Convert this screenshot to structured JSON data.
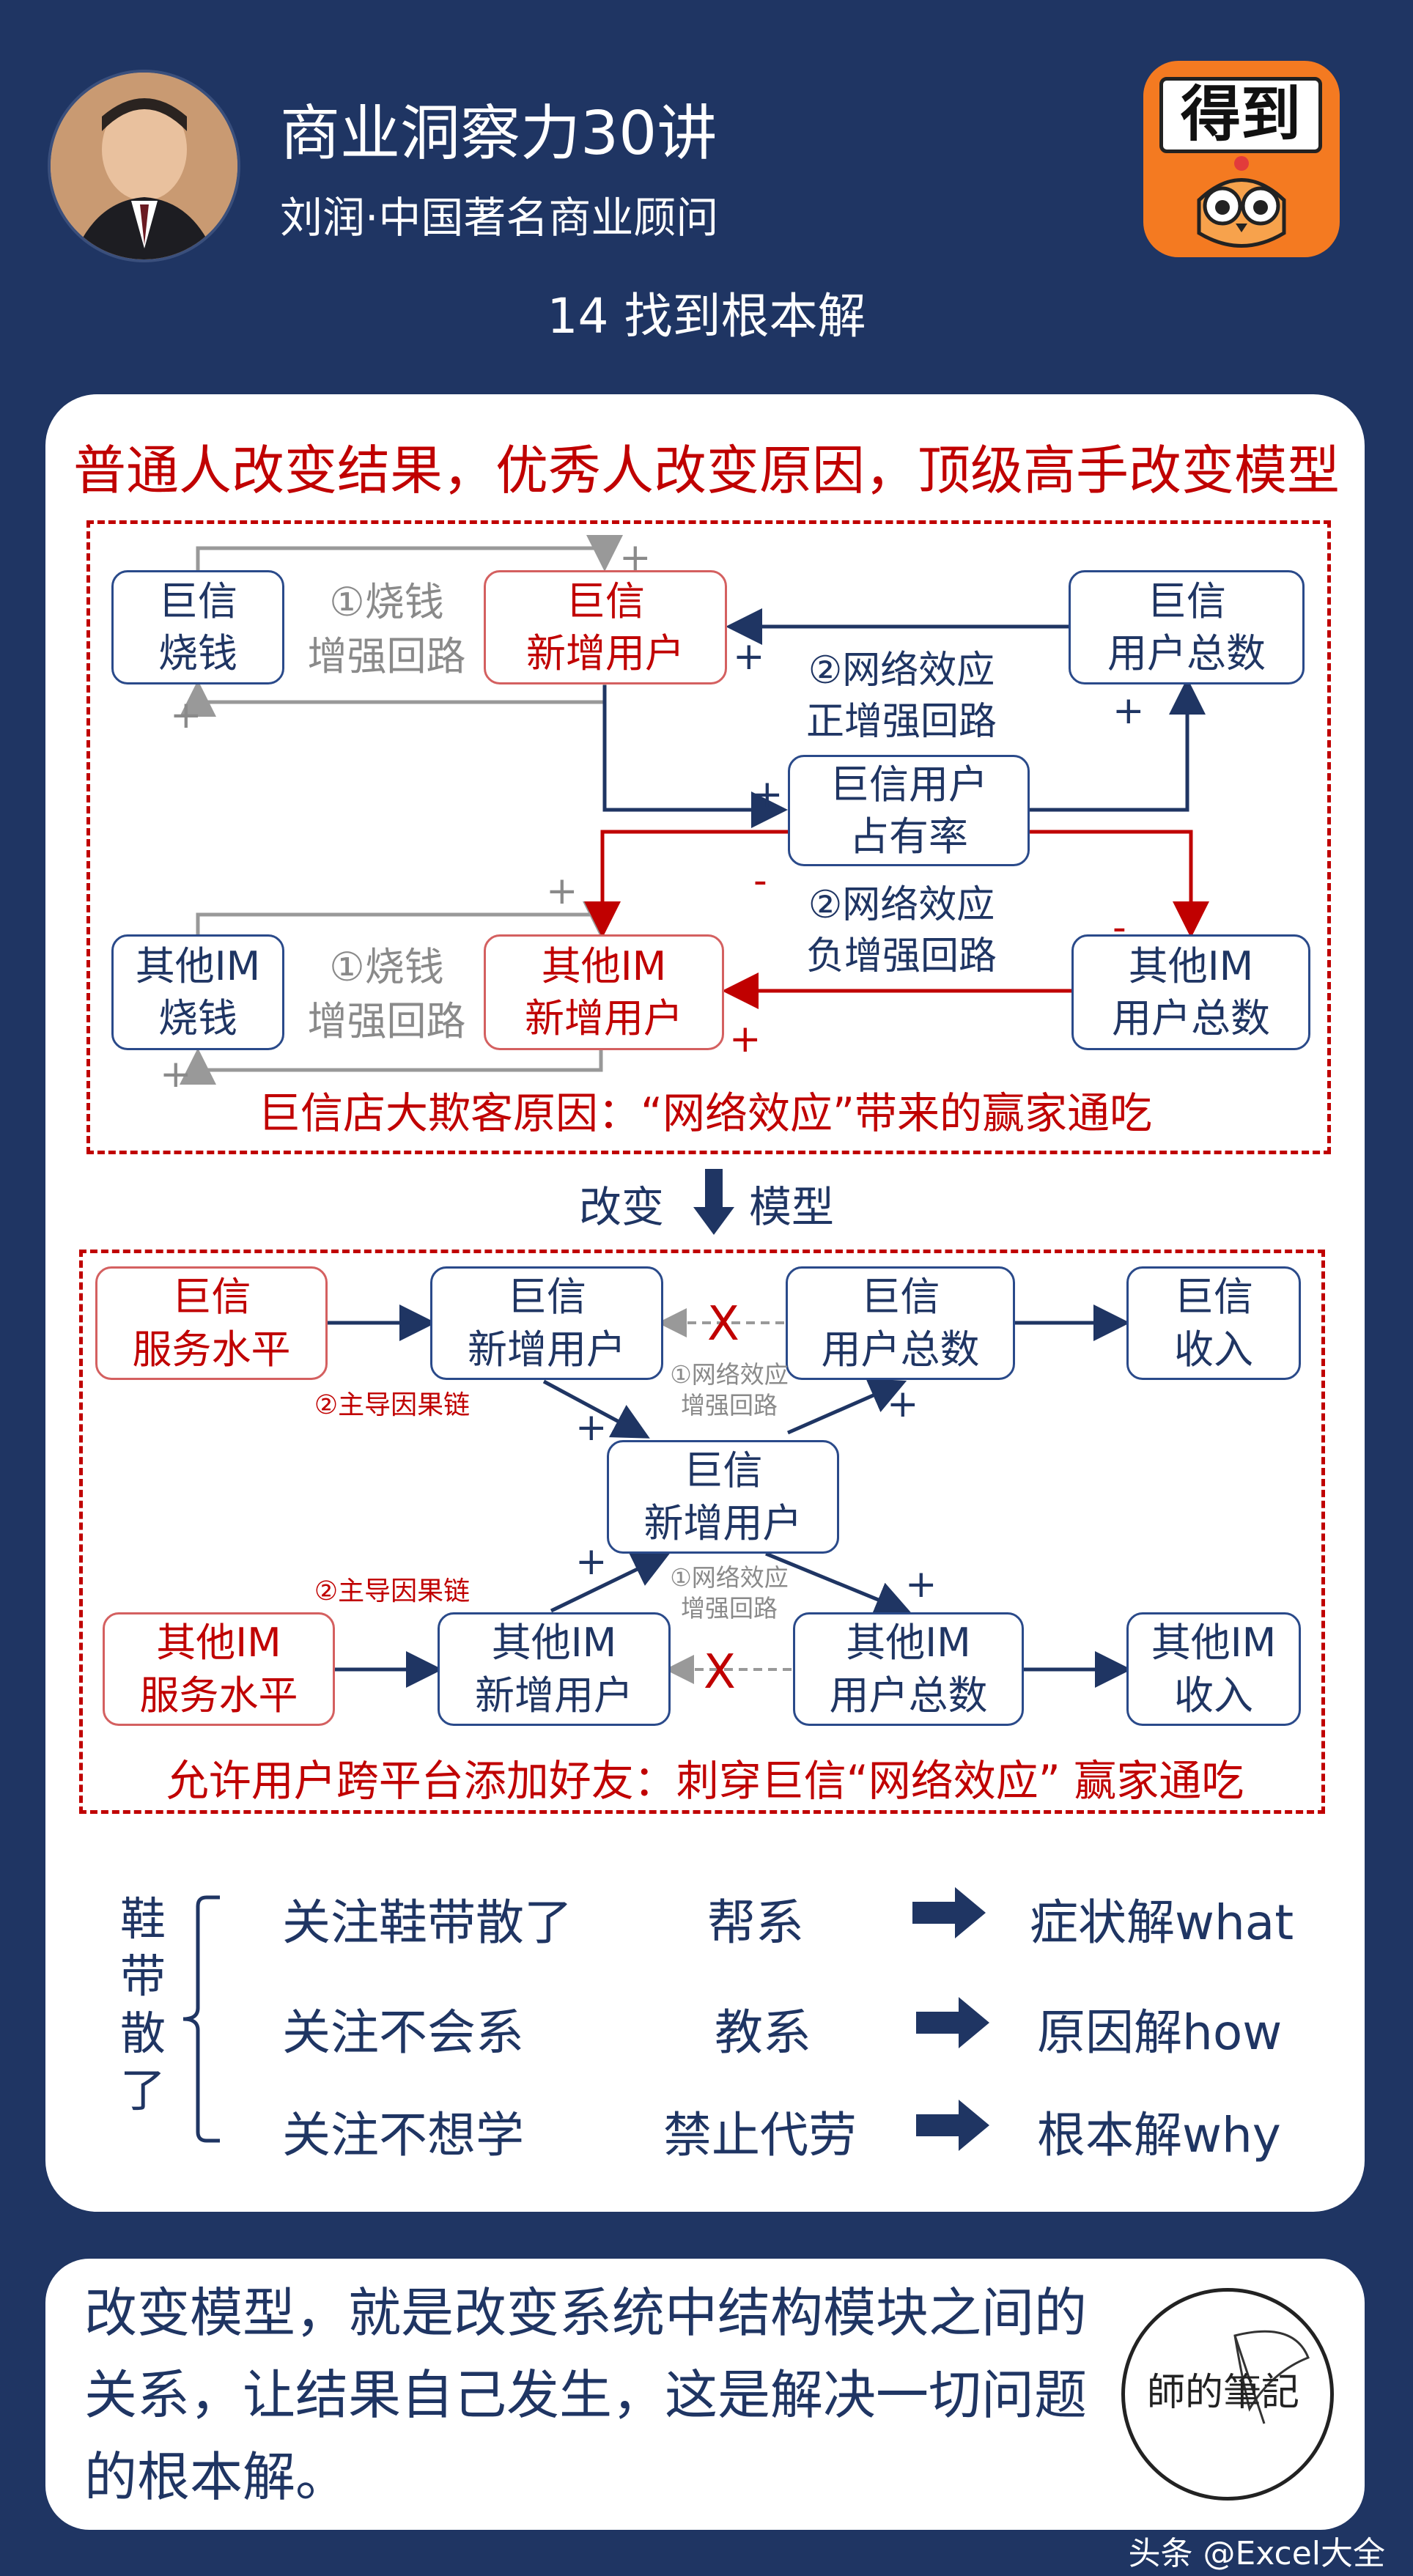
{
  "header": {
    "title": "商业洞察力30讲",
    "subtitle": "刘润·中国著名商业顾问",
    "lesson": "14 找到根本解",
    "logo_text": "得到"
  },
  "headline": "普通人改变结果，优秀人改变原因，顶级高手改变模型",
  "diagram1": {
    "nodes": {
      "juxin_burn": "巨信\n烧钱",
      "juxin_new": "巨信\n新增用户",
      "juxin_total": "巨信\n用户总数",
      "share": "巨信用户\n占有率",
      "other_burn": "其他IM\n烧钱",
      "other_new": "其他IM\n新增用户",
      "other_total": "其他IM\n用户总数"
    },
    "labels": {
      "loop1_top": "①烧钱\n增强回路",
      "loop2_pos": "②网络效应\n正增强回路",
      "loop2_neg": "②网络效应\n负增强回路",
      "loop1_bottom": "①烧钱\n增强回路"
    },
    "plus": "+",
    "minus": "-",
    "caption": "巨信店大欺客原因：“网络效应”带来的赢家通吃"
  },
  "change": {
    "left": "改变",
    "right": "模型"
  },
  "diagram2": {
    "nodes": {
      "juxin_service": "巨信\n服务水平",
      "juxin_new": "巨信\n新增用户",
      "juxin_total": "巨信\n用户总数",
      "juxin_income": "巨信\n收入",
      "center_new": "巨信\n新增用户",
      "other_service": "其他IM\n服务水平",
      "other_new": "其他IM\n新增用户",
      "other_total": "其他IM\n用户总数",
      "other_income": "其他IM\n收入"
    },
    "labels": {
      "causal_top": "②主导因果链",
      "causal_bottom": "②主导因果链",
      "effect_top": "①网络效应\n增强回路",
      "effect_bottom": "①网络效应\n增强回路",
      "cross": "X"
    },
    "caption": "允许用户跨平台添加好友：刺穿巨信“网络效应” 赢家通吃"
  },
  "shoelace": {
    "bracket_label": [
      "鞋",
      "带",
      "散",
      "了"
    ],
    "rows": [
      {
        "focus": "关注鞋带散了",
        "action": "帮系",
        "result": "症状解what"
      },
      {
        "focus": "关注不会系",
        "action": "教系",
        "result": "原因解how"
      },
      {
        "focus": "关注不想学",
        "action": "禁止代劳",
        "result": "根本解why"
      }
    ]
  },
  "bottom": {
    "text": "改变模型，就是改变系统中结构模块之间的关系，让结果自己发生，这是解决一切问题的根本解。",
    "stamp_text": "師的筆記"
  },
  "watermark": "头条 @Excel大全",
  "colors": {
    "background": "#1f3563",
    "accent_red": "#c00000",
    "logo_orange": "#f47a21"
  }
}
